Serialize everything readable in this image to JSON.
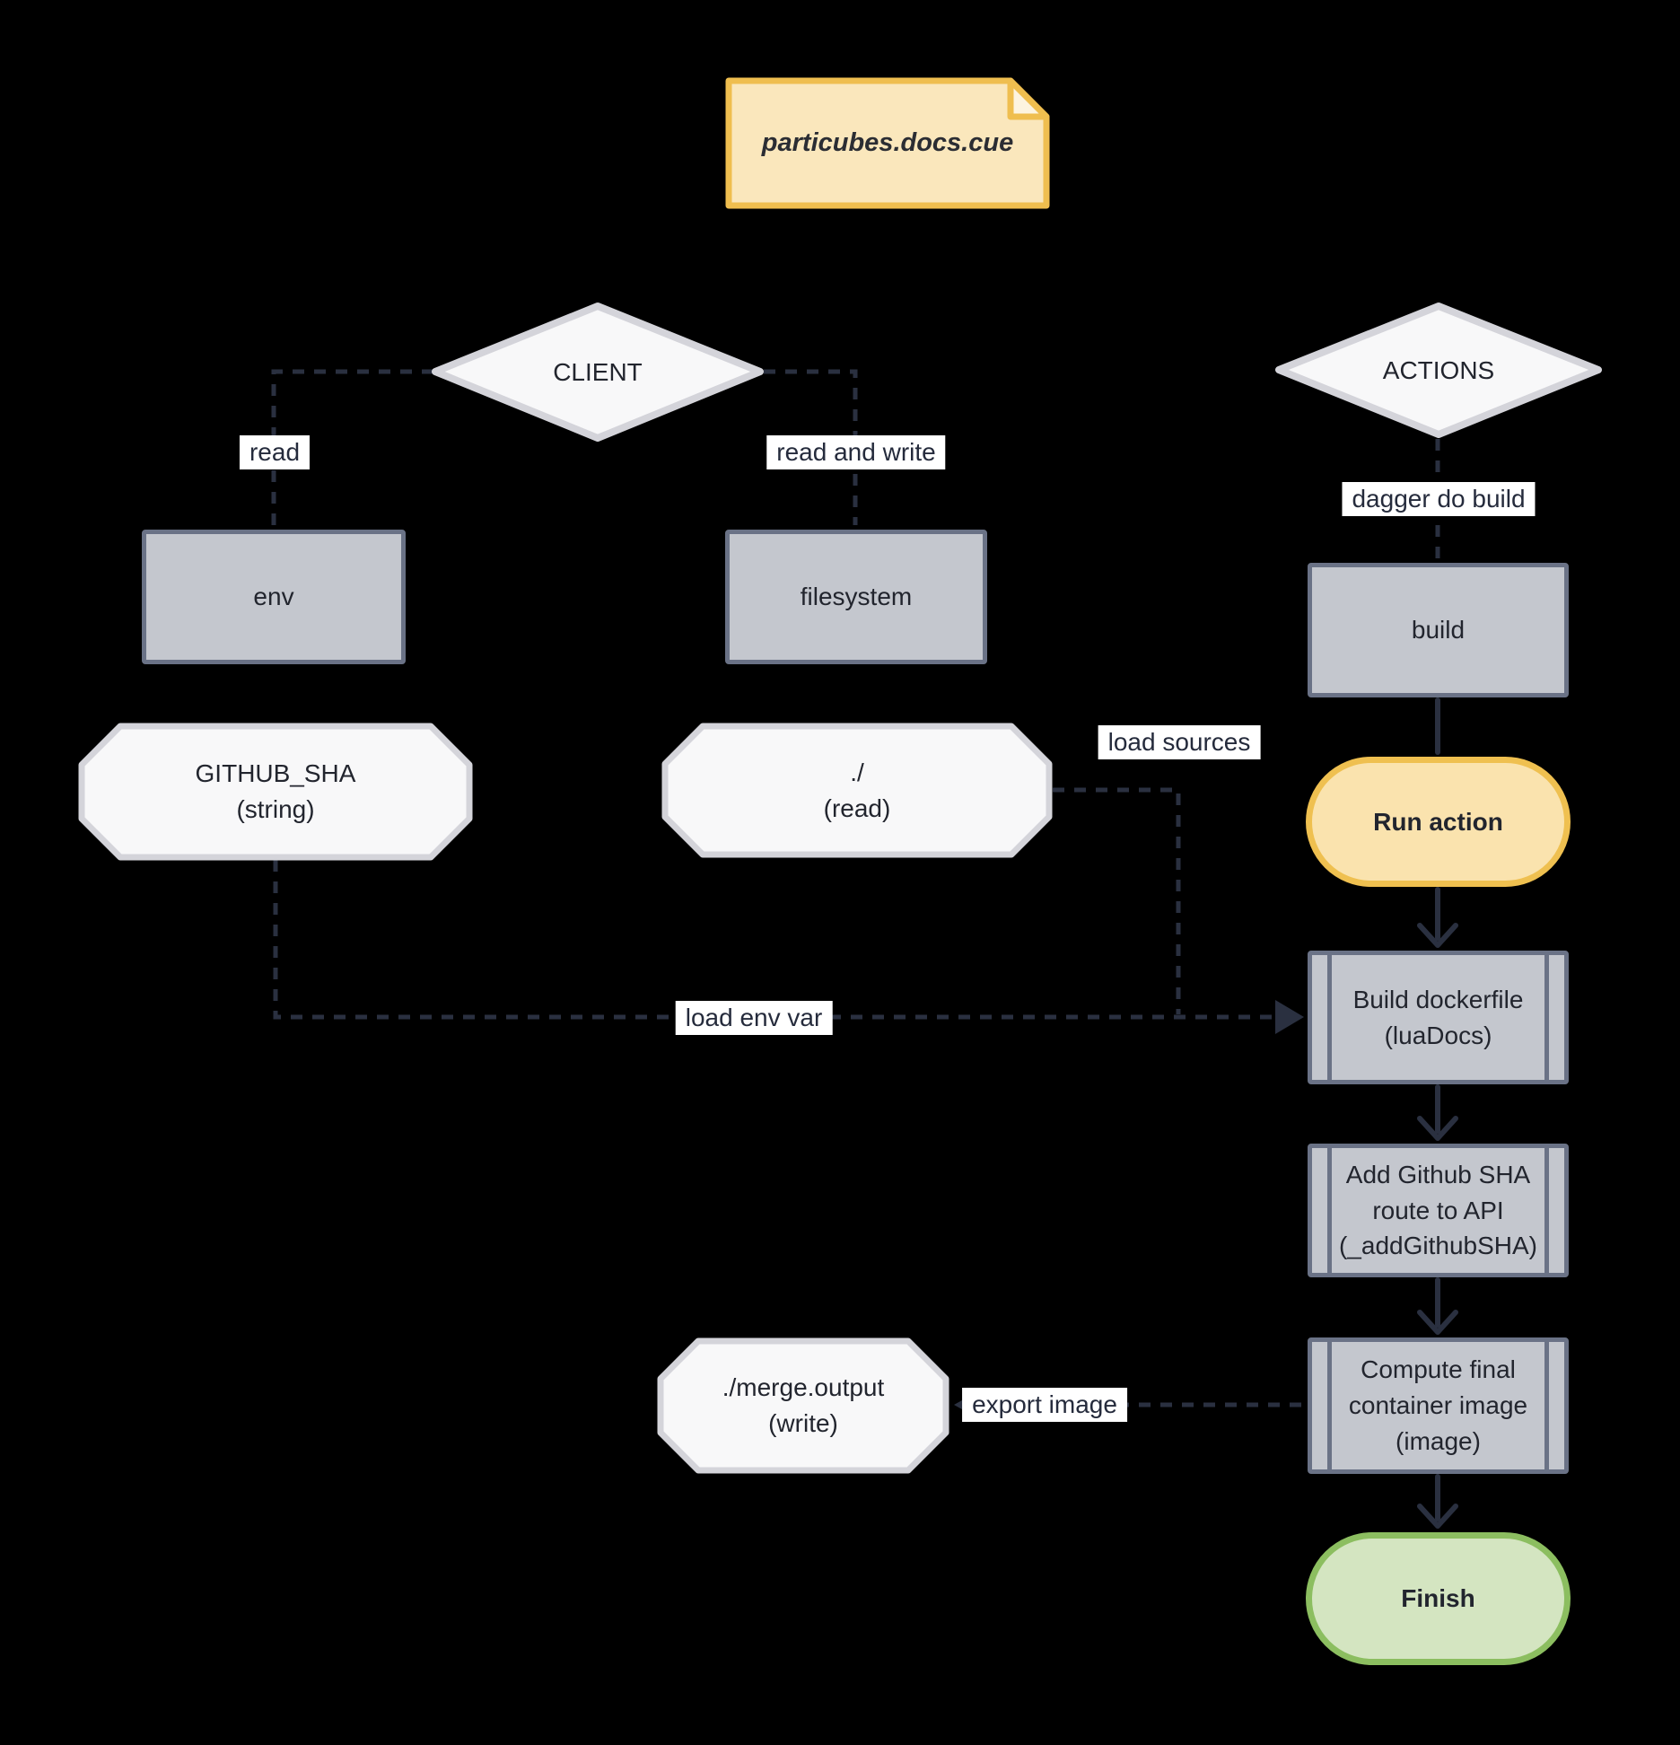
{
  "colors": {
    "note-fill": "#FAE7BC",
    "note-fold": "#FDF4DF",
    "note-border": "#EFBE4F",
    "action-fill": "#FAE3AE",
    "action-border": "#EFC050",
    "finish-fill": "#D4E5C1",
    "finish-border": "#8CBE60",
    "box-fill": "#C4C7CE",
    "box-border": "#6A7286",
    "shape-fill": "#F8F8F9",
    "shape-border": "#D4D4DA",
    "edge": "#2A3040",
    "text": "#22252E"
  },
  "note": {
    "label": "particubes.docs.cue"
  },
  "nodes": {
    "client": {
      "label": "CLIENT"
    },
    "actions": {
      "label": "ACTIONS"
    },
    "env": {
      "label": "env"
    },
    "filesystem": {
      "label": "filesystem"
    },
    "build": {
      "label": "build"
    },
    "github_sha": {
      "label": "GITHUB_SHA\n(string)"
    },
    "workdir_read": {
      "label": "./\n(read)"
    },
    "run_action": {
      "label": "Run action"
    },
    "build_dockerfile": {
      "label": "Build dockerfile\n(luaDocs)"
    },
    "add_github_sha": {
      "label": "Add Github SHA\nroute to API\n(_addGithubSHA)"
    },
    "compute_image": {
      "label": "Compute final\ncontainer image\n(image)"
    },
    "merge_output": {
      "label": "./merge.output\n(write)"
    },
    "finish": {
      "label": "Finish"
    }
  },
  "edge_labels": {
    "read": "read",
    "read_and_write": "read and write",
    "dagger_do_build": "dagger do build",
    "load_sources": "load sources",
    "load_env_var": "load env var",
    "export_image": "export image"
  }
}
